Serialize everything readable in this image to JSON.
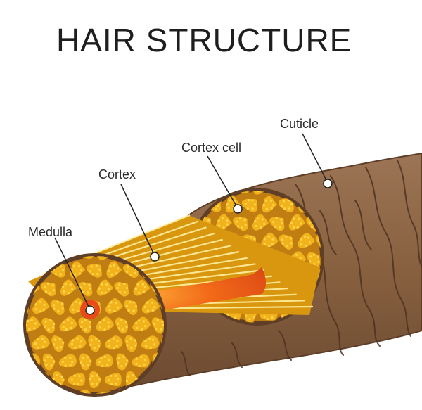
{
  "title": "HAIR STRUCTURE",
  "labels": {
    "cuticle": "Cuticle",
    "cortex_cell": "Cortex cell",
    "cortex": "Cortex",
    "medulla": "Medulla"
  },
  "colors": {
    "cuticle_brown": "#8a6244",
    "cuticle_dark": "#5e3e27",
    "cortex_yellow": "#f2b21c",
    "cortex_light": "#ffd64a",
    "cell_border": "#c07d12",
    "medulla_orange": "#f06a17",
    "medulla_red": "#e0401a"
  }
}
